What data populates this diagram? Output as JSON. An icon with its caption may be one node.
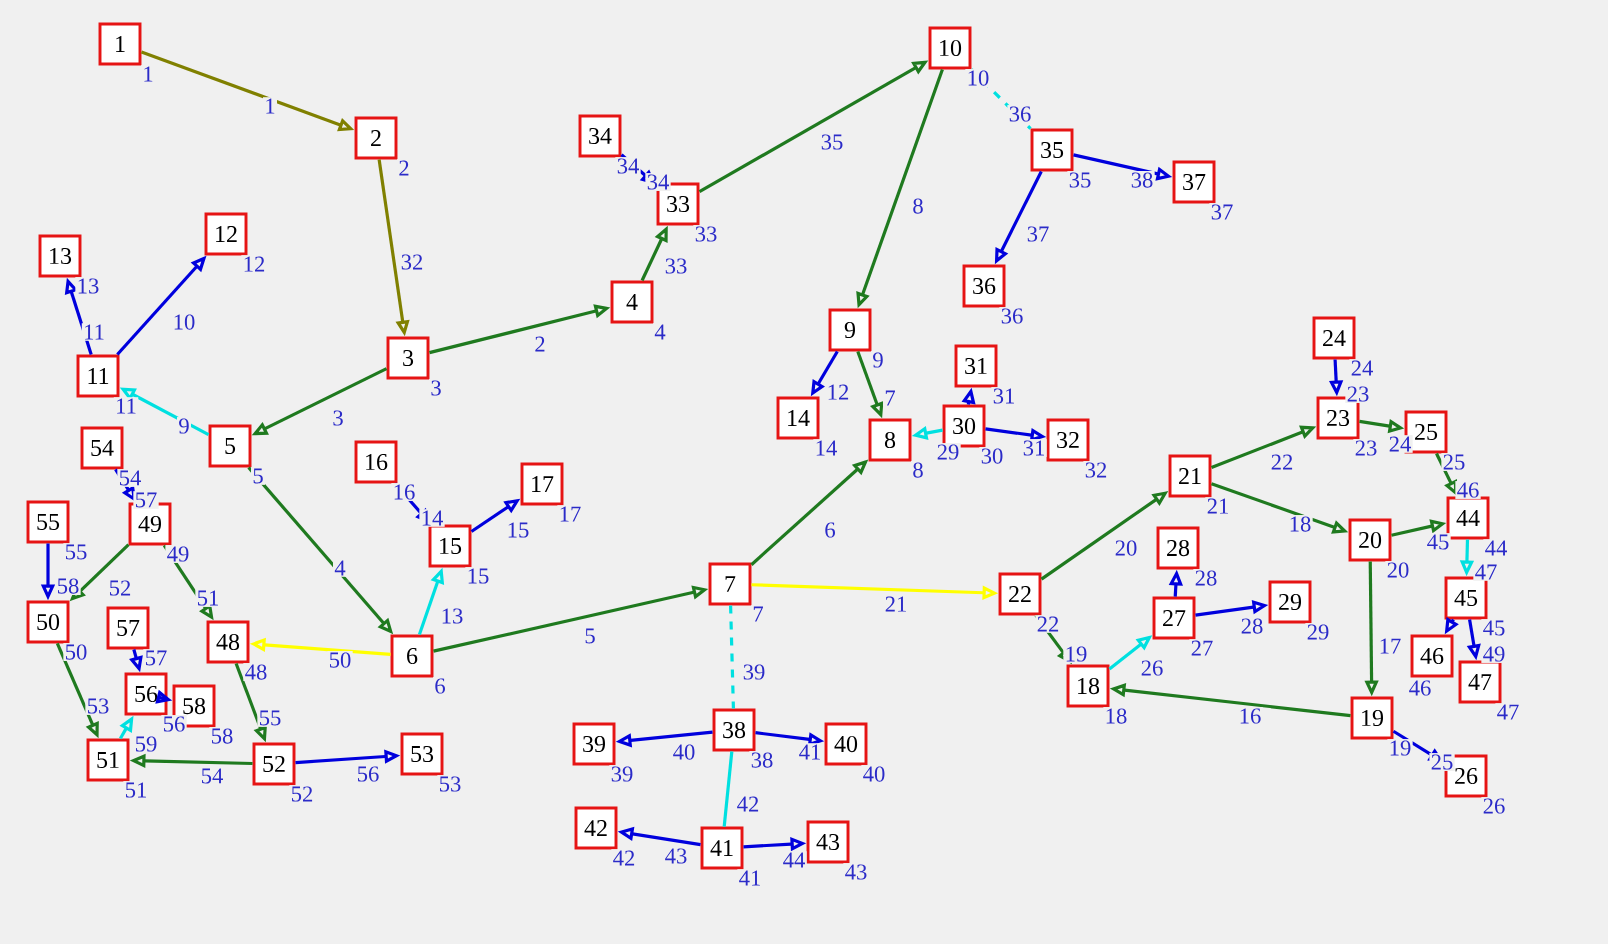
{
  "diagram": {
    "nodes": [
      {
        "text": [
          "1"
        ],
        "beside": [
          "1"
        ]
      },
      {
        "text": [
          "2"
        ],
        "beside": [
          "2"
        ]
      },
      {
        "text": [
          "3"
        ],
        "beside": [
          "3"
        ]
      },
      {
        "text": [
          "4"
        ],
        "beside": [
          "4"
        ]
      },
      {
        "text": [
          "5"
        ],
        "beside": [
          "5"
        ]
      },
      {
        "text": [
          "6"
        ],
        "beside": [
          "6"
        ]
      },
      {
        "text": [
          "7"
        ],
        "beside": [
          "7"
        ]
      },
      {
        "text": [
          "8"
        ],
        "beside": [
          "8"
        ]
      },
      {
        "text": [
          "9"
        ],
        "beside": [
          "9"
        ]
      },
      {
        "text": [
          "10"
        ],
        "beside": [
          "10"
        ]
      },
      {
        "text": [
          "11"
        ],
        "beside": [
          "11"
        ]
      },
      {
        "text": [
          "12"
        ],
        "beside": [
          "12"
        ]
      },
      {
        "text": [
          "13"
        ],
        "beside": [
          "13"
        ]
      },
      {
        "text": [
          "14"
        ],
        "beside": [
          "14"
        ]
      },
      {
        "text": [
          "15"
        ],
        "beside": [
          "15"
        ]
      },
      {
        "text": [
          "16"
        ],
        "beside": [
          "16"
        ]
      },
      {
        "text": [
          "17"
        ],
        "beside": [
          "17"
        ]
      },
      {
        "text": [
          "18"
        ],
        "beside": [
          "18"
        ]
      },
      {
        "text": [
          "19"
        ],
        "beside": [
          "19"
        ]
      },
      {
        "text": [
          "20"
        ],
        "beside": [
          "20"
        ]
      },
      {
        "text": [
          "21"
        ],
        "beside": [
          "21"
        ]
      },
      {
        "text": [
          "22"
        ],
        "beside": [
          "22"
        ]
      },
      {
        "text": [
          "23"
        ],
        "beside": [
          "23"
        ]
      },
      {
        "text": [
          "24"
        ],
        "beside": [
          "24"
        ]
      },
      {
        "text": [
          "25"
        ],
        "beside": [
          "25"
        ]
      },
      {
        "text": [
          "26"
        ],
        "beside": [
          "26"
        ]
      },
      {
        "text": [
          "27"
        ],
        "beside": [
          "27"
        ]
      },
      {
        "text": [
          "28"
        ],
        "beside": [
          "28"
        ]
      },
      {
        "text": [
          "29"
        ],
        "beside": [
          "29"
        ]
      },
      {
        "text": [
          "30"
        ],
        "beside": [
          "30"
        ]
      },
      {
        "text": [
          "31"
        ],
        "beside": [
          "31"
        ]
      },
      {
        "text": [
          "32"
        ],
        "beside": [
          "32"
        ]
      },
      {
        "text": [
          "33"
        ],
        "beside": [
          "33"
        ]
      },
      {
        "text": [
          "34"
        ],
        "beside": [
          "34"
        ]
      },
      {
        "text": [
          "35"
        ],
        "beside": [
          "35"
        ]
      },
      {
        "text": [
          "36"
        ],
        "beside": [
          "36"
        ]
      },
      {
        "text": [
          "37"
        ],
        "beside": [
          "37"
        ]
      },
      {
        "text": [
          "38"
        ],
        "beside": [
          "38"
        ]
      },
      {
        "text": [
          "39"
        ],
        "beside": [
          "39"
        ]
      },
      {
        "text": [
          "40"
        ],
        "beside": [
          "40"
        ]
      },
      {
        "text": [
          "41"
        ],
        "beside": [
          "41"
        ]
      },
      {
        "text": [
          "42"
        ],
        "beside": [
          "42"
        ]
      },
      {
        "text": [
          "43"
        ],
        "beside": [
          "43"
        ]
      },
      {
        "text": [
          "44"
        ],
        "beside": [
          "44"
        ]
      },
      {
        "text": [
          "45"
        ],
        "beside": [
          "45"
        ]
      },
      {
        "text": [
          "46"
        ],
        "beside": [
          "46"
        ]
      },
      {
        "text": [
          "47"
        ],
        "beside": [
          "47"
        ]
      },
      {
        "text": [
          "48"
        ],
        "beside": [
          "48"
        ]
      },
      {
        "text": [
          "49"
        ],
        "beside": [
          "49"
        ]
      },
      {
        "text": [
          "50"
        ],
        "beside": [
          "50"
        ]
      },
      {
        "text": [
          "51"
        ],
        "beside": [
          "51"
        ]
      },
      {
        "text": [
          "52"
        ],
        "beside": [
          "52"
        ]
      },
      {
        "text": [
          "53"
        ],
        "beside": [
          "53"
        ]
      },
      {
        "text": [
          "54"
        ],
        "beside": [
          "54"
        ]
      },
      {
        "text": [
          "55"
        ],
        "beside": [
          "55"
        ]
      },
      {
        "text": [
          "56"
        ],
        "beside": [
          "56"
        ]
      },
      {
        "text": [
          "57"
        ],
        "beside": [
          "57"
        ]
      },
      {
        "text": [
          "58"
        ],
        "beside": [
          "58"
        ]
      }
    ],
    "edges": [
      {
        "from": 0,
        "to": 1,
        "arrow": "to",
        "label": "1",
        "color": "#808000"
      },
      {
        "from": 1,
        "to": 2,
        "arrow": "to",
        "label": "32",
        "color": "#808000"
      },
      {
        "from": 2,
        "to": 3,
        "arrow": "to",
        "label": "2",
        "color": "#1f7a1f"
      },
      {
        "from": 2,
        "to": 4,
        "arrow": "to",
        "label": "3",
        "color": "#1f7a1f"
      },
      {
        "from": 3,
        "to": 32,
        "arrow": "to",
        "label": "33",
        "color": "#1f7a1f"
      },
      {
        "from": 33,
        "to": 32,
        "arrow": "to",
        "label": "34"
      },
      {
        "from": 32,
        "to": 9,
        "arrow": "to",
        "label": "35",
        "color": "#1f7a1f"
      },
      {
        "from": 9,
        "to": 8,
        "arrow": "to",
        "label": "8",
        "color": "#1f7a1f"
      },
      {
        "from": 9,
        "to": 34,
        "arrow": "none",
        "label": "36",
        "color": "#00e0e0",
        "style": "dashed"
      },
      {
        "from": 34,
        "to": 35,
        "arrow": "to",
        "label": "37"
      },
      {
        "from": 34,
        "to": 36,
        "arrow": "to",
        "label": "38"
      },
      {
        "from": 8,
        "to": 13,
        "arrow": "to",
        "label": "12"
      },
      {
        "from": 8,
        "to": 7,
        "arrow": "to",
        "label": "7",
        "color": "#1f7a1f"
      },
      {
        "from": 10,
        "to": 11,
        "arrow": "to",
        "label": "10"
      },
      {
        "from": 10,
        "to": 12,
        "arrow": "to",
        "label": "11"
      },
      {
        "from": 4,
        "to": 10,
        "arrow": "to",
        "label": "9",
        "color": "#00e0e0"
      },
      {
        "from": 4,
        "to": 5,
        "arrow": "to",
        "label": "4",
        "color": "#1f7a1f"
      },
      {
        "from": 15,
        "to": 14,
        "arrow": "to",
        "label": "14"
      },
      {
        "from": 5,
        "to": 14,
        "arrow": "to",
        "label": "13",
        "color": "#00e0e0"
      },
      {
        "from": 14,
        "to": 16,
        "arrow": "to",
        "label": "15"
      },
      {
        "from": 5,
        "to": 6,
        "arrow": "to",
        "label": "5",
        "color": "#1f7a1f"
      },
      {
        "from": 5,
        "to": 47,
        "arrow": "to",
        "label": "50",
        "color": "#ffff00"
      },
      {
        "from": 6,
        "to": 7,
        "arrow": "to",
        "label": "6",
        "color": "#1f7a1f"
      },
      {
        "from": 6,
        "to": 21,
        "arrow": "to",
        "label": "21",
        "color": "#ffff00"
      },
      {
        "from": 6,
        "to": 37,
        "arrow": "none",
        "label": "39",
        "color": "#00e0e0",
        "style": "dashed"
      },
      {
        "from": 37,
        "to": 38,
        "arrow": "to",
        "label": "40"
      },
      {
        "from": 37,
        "to": 39,
        "arrow": "to",
        "label": "41"
      },
      {
        "from": 37,
        "to": 40,
        "arrow": "none",
        "label": "42",
        "color": "#00e0e0"
      },
      {
        "from": 40,
        "to": 41,
        "arrow": "to",
        "label": "43"
      },
      {
        "from": 40,
        "to": 42,
        "arrow": "to",
        "label": "44"
      },
      {
        "from": 29,
        "to": 7,
        "arrow": "to",
        "label": "29",
        "color": "#00e0e0"
      },
      {
        "from": 29,
        "to": 30,
        "arrow": "to"
      },
      {
        "from": 29,
        "to": 31,
        "arrow": "to",
        "label": "31"
      },
      {
        "from": 21,
        "to": 20,
        "arrow": "to",
        "label": "20",
        "color": "#1f7a1f"
      },
      {
        "from": 21,
        "to": 17,
        "arrow": "to",
        "label": "19",
        "color": "#1f7a1f"
      },
      {
        "from": 20,
        "to": 22,
        "arrow": "to",
        "label": "22",
        "color": "#1f7a1f"
      },
      {
        "from": 23,
        "to": 22,
        "arrow": "to",
        "label": "23"
      },
      {
        "from": 22,
        "to": 24,
        "arrow": "to",
        "label": "24",
        "color": "#1f7a1f"
      },
      {
        "from": 20,
        "to": 19,
        "arrow": "to",
        "label": "18",
        "color": "#1f7a1f"
      },
      {
        "from": 19,
        "to": 43,
        "arrow": "to",
        "label": "45",
        "color": "#1f7a1f"
      },
      {
        "from": 24,
        "to": 43,
        "arrow": "to",
        "label": "46",
        "color": "#1f7a1f"
      },
      {
        "from": 19,
        "to": 18,
        "arrow": "to",
        "label": "17",
        "color": "#1f7a1f"
      },
      {
        "from": 18,
        "to": 17,
        "arrow": "to",
        "label": "16",
        "color": "#1f7a1f"
      },
      {
        "from": 18,
        "to": 25,
        "arrow": "to",
        "label": "25"
      },
      {
        "from": 17,
        "to": 26,
        "arrow": "to",
        "label": "26",
        "color": "#00e0e0"
      },
      {
        "from": 26,
        "to": 27,
        "arrow": "to"
      },
      {
        "from": 26,
        "to": 28,
        "arrow": "to",
        "label": "28"
      },
      {
        "from": 43,
        "to": 44,
        "arrow": "to",
        "label": "47",
        "color": "#00e0e0"
      },
      {
        "from": 44,
        "to": 45,
        "arrow": "to"
      },
      {
        "from": 44,
        "to": 46,
        "arrow": "to",
        "label": "49"
      },
      {
        "from": 53,
        "to": 48,
        "arrow": "to",
        "label": "57"
      },
      {
        "from": 54,
        "to": 49,
        "arrow": "to",
        "label": "58"
      },
      {
        "from": 48,
        "to": 49,
        "arrow": "to",
        "label": "52",
        "color": "#1f7a1f"
      },
      {
        "from": 48,
        "to": 47,
        "arrow": "to",
        "label": "51",
        "color": "#1f7a1f"
      },
      {
        "from": 49,
        "to": 50,
        "arrow": "to",
        "label": "53",
        "color": "#1f7a1f"
      },
      {
        "from": 47,
        "to": 51,
        "arrow": "to",
        "label": "55",
        "color": "#1f7a1f"
      },
      {
        "from": 51,
        "to": 50,
        "arrow": "to",
        "label": "54",
        "color": "#1f7a1f"
      },
      {
        "from": 51,
        "to": 52,
        "arrow": "to",
        "label": "56"
      },
      {
        "from": 50,
        "to": 55,
        "arrow": "to",
        "label": "59",
        "color": "#00e0e0"
      },
      {
        "from": 55,
        "to": 57,
        "arrow": "to"
      },
      {
        "from": 56,
        "to": 55,
        "arrow": "to"
      }
    ]
  }
}
